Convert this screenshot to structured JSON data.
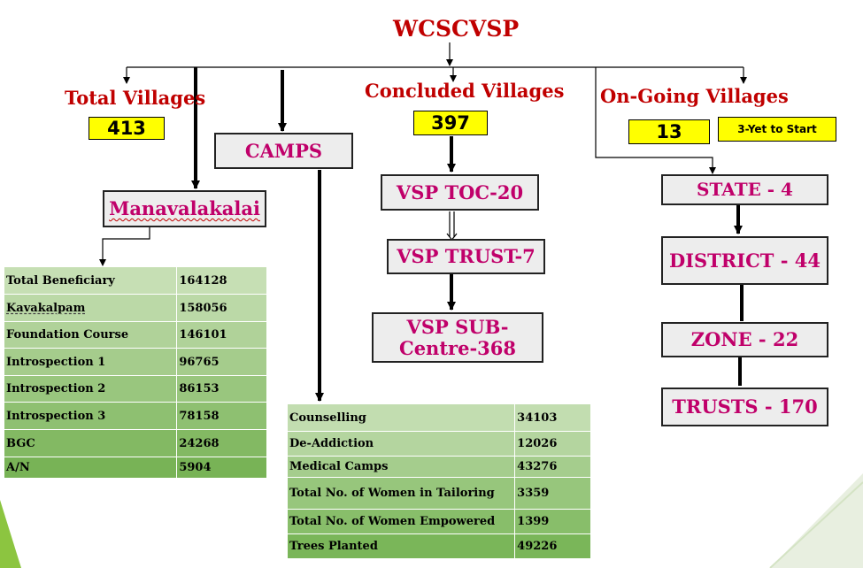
{
  "title": "WCSCVSP",
  "total_villages": {
    "heading": "Total Villages",
    "value": "413"
  },
  "concluded_villages": {
    "heading": "Concluded Villages",
    "value": "397"
  },
  "ongoing_villages": {
    "heading": "On-Going Villages",
    "value": "13",
    "note": "3-Yet to Start"
  },
  "camps_label": "CAMPS",
  "manavalakalai_label": "Manavalakalai",
  "concluded_boxes": [
    "VSP TOC-20",
    "VSP TRUST-7",
    "VSP SUB-\nCentre-368"
  ],
  "ongoing_boxes": [
    "STATE - 4",
    "DISTRICT - 44",
    "ZONE - 22",
    "TRUSTS - 170"
  ],
  "manavalakalai_table": [
    {
      "label": "Total Beneficiary",
      "value": "164128"
    },
    {
      "label": "Kavakalpam",
      "value": "158056"
    },
    {
      "label": "Foundation Course",
      "value": "146101"
    },
    {
      "label": "Introspection 1",
      "value": "96765"
    },
    {
      "label": "Introspection 2",
      "value": "86153"
    },
    {
      "label": "Introspection 3",
      "value": "78158"
    },
    {
      "label": "BGC",
      "value": "24268"
    },
    {
      "label": "A/N",
      "value": "5904"
    }
  ],
  "camps_table": [
    {
      "label": "Counselling",
      "value": "34103"
    },
    {
      "label": "De-Addiction",
      "value": "12026"
    },
    {
      "label": "Medical Camps",
      "value": "43276"
    },
    {
      "label": "Total No. of Women in Tailoring",
      "value": "3359"
    },
    {
      "label": "Total No. of Women Empowered",
      "value": "1399"
    },
    {
      "label": "Trees Planted",
      "value": "49226"
    }
  ],
  "colors": {
    "heading": "#c00000",
    "box_text": "#c0006a",
    "highlight": "#ffff00",
    "table_green": "#8cc56e"
  }
}
